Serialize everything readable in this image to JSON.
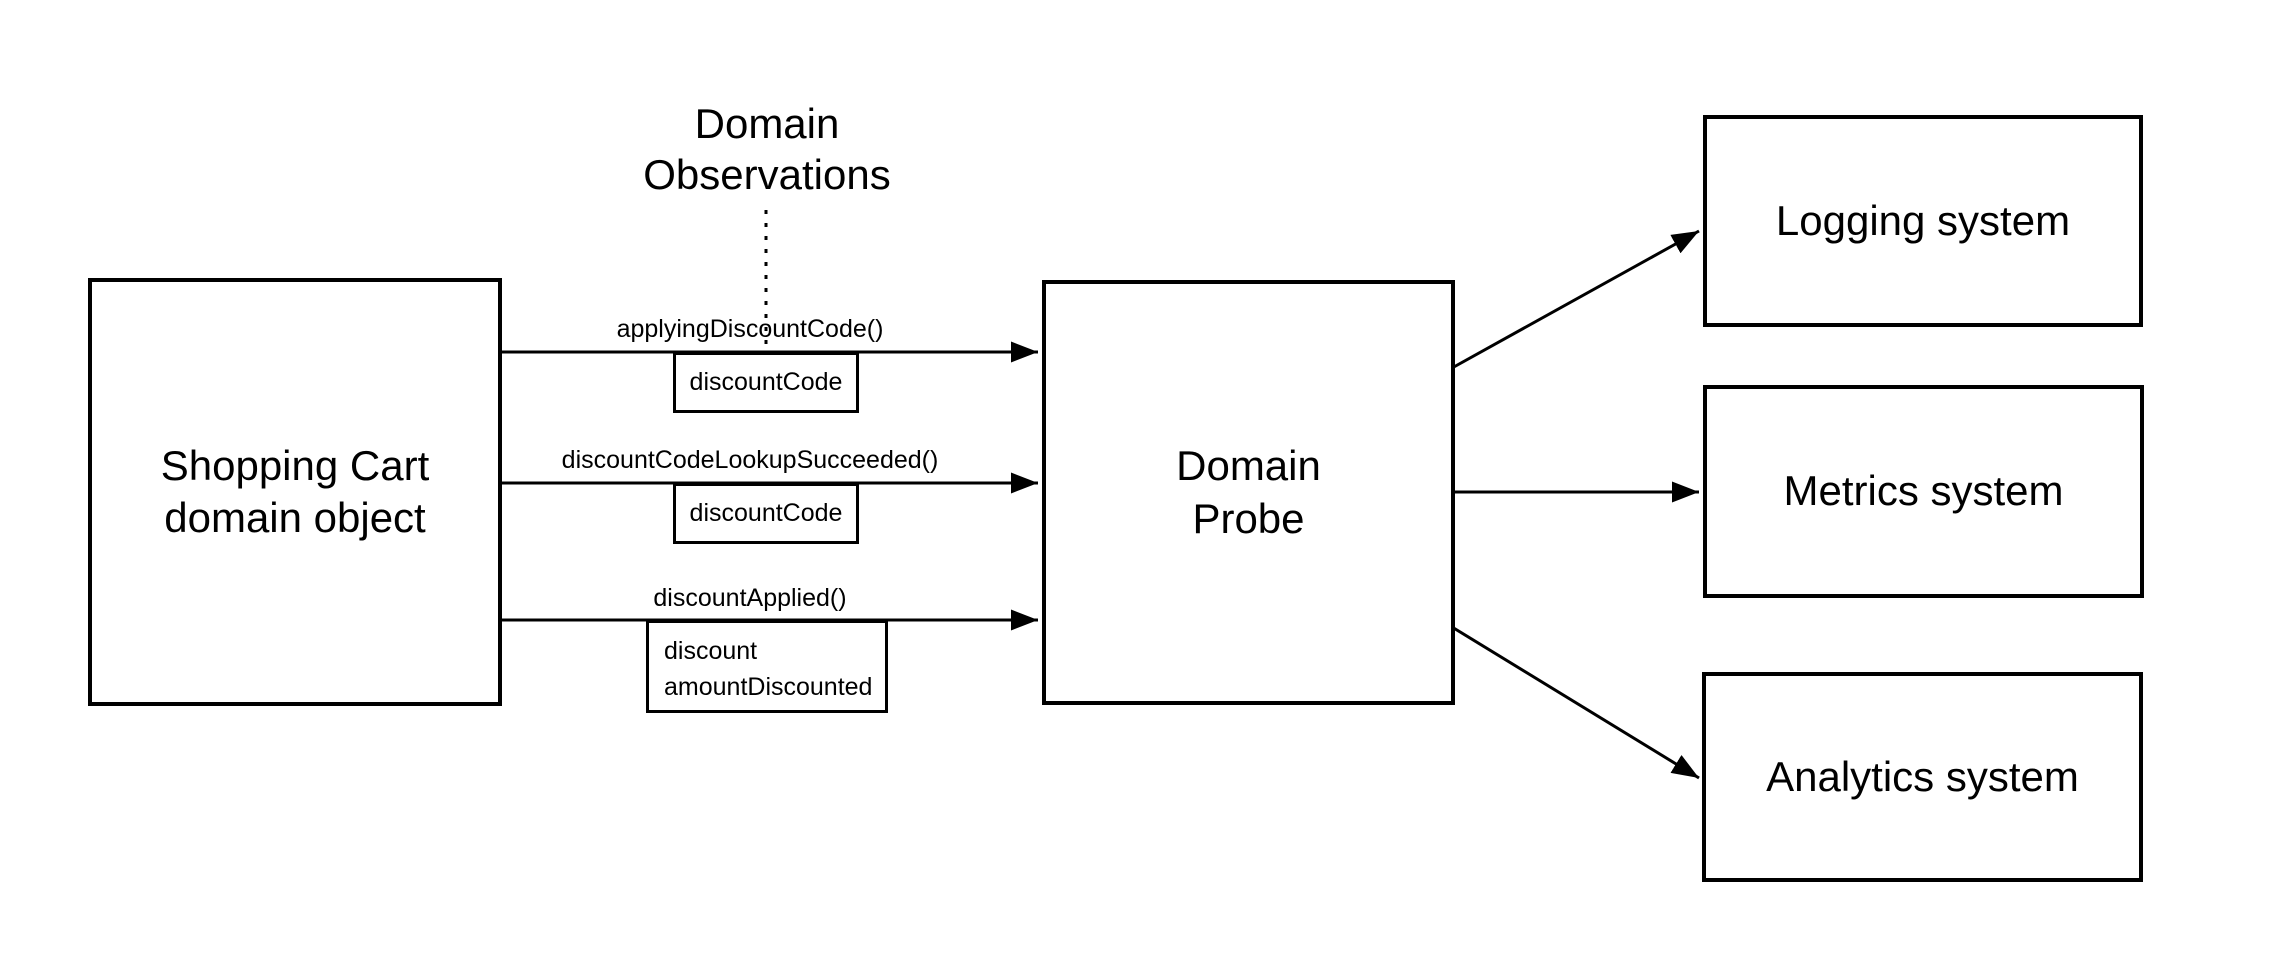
{
  "canvas": {
    "background_color": "#ffffff",
    "stroke_color": "#000000"
  },
  "title": {
    "label": "Domain\nObservations"
  },
  "nodes": {
    "shopping_cart": {
      "label": "Shopping Cart\ndomain object"
    },
    "domain_probe": {
      "label": "Domain\nProbe"
    },
    "logging": {
      "label": "Logging system"
    },
    "metrics": {
      "label": "Metrics system"
    },
    "analytics": {
      "label": "Analytics system"
    }
  },
  "observations": [
    {
      "method": "applyingDiscountCode()",
      "params": "discountCode"
    },
    {
      "method": "discountCodeLookupSucceeded()",
      "params": "discountCode"
    },
    {
      "method": "discountApplied()",
      "params": "discount\namountDiscounted"
    }
  ]
}
